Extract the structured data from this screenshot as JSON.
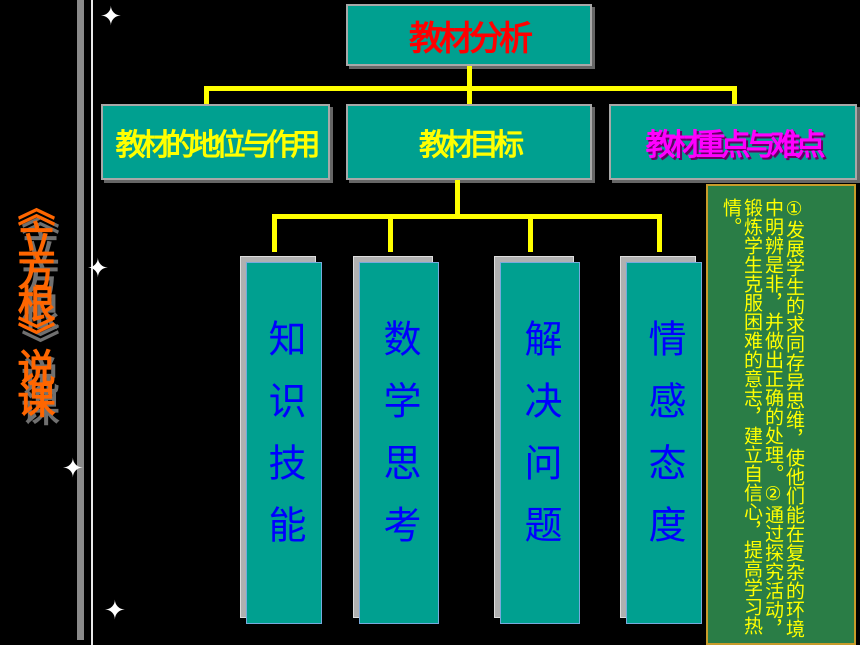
{
  "side_title": "《立方根》说课",
  "top": {
    "label": "教材分析"
  },
  "mid": [
    {
      "label": "教材的地位与作用"
    },
    {
      "label": "教材目标"
    },
    {
      "label": "教材重点与难点"
    }
  ],
  "columns": [
    {
      "label": "知识技能"
    },
    {
      "label": "数学思考"
    },
    {
      "label": "解决问题"
    },
    {
      "label": "情感态度"
    }
  ],
  "note": {
    "text": "①发展学生的求同存异思维，使他们能在复杂的环境中明辨是非，并做出正确的处理。②通过探究活动，锻炼学生克服困难的意志，建立自信心，提高学习热情。"
  },
  "colors": {
    "accent": "#00a090",
    "line": "#ffff00",
    "title": "#ff0000",
    "note_bg": "#2a7d46",
    "side_title": "#ff6600"
  }
}
